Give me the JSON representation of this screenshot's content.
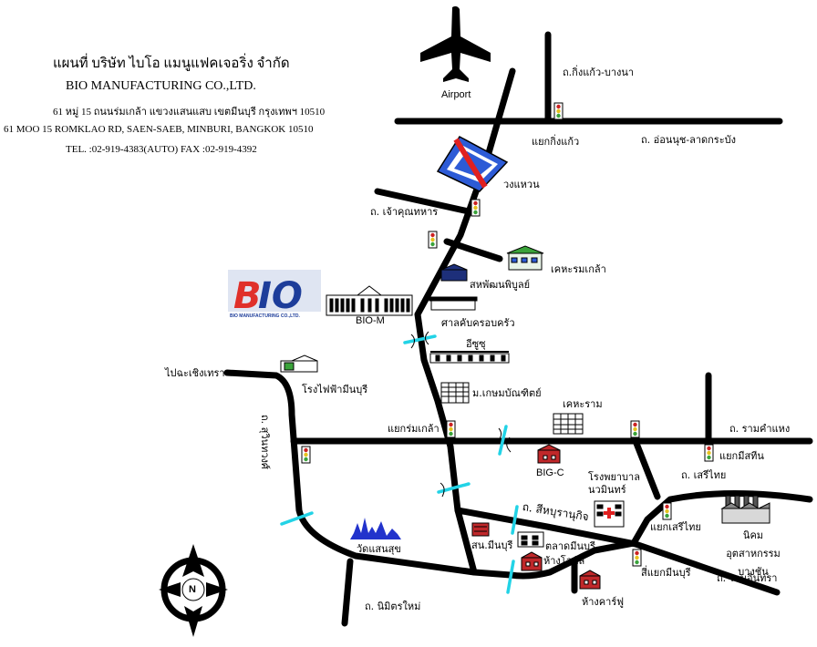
{
  "header": {
    "title_th": "แผนที่ บริษัท ไบโอ แมนูแฟคเจอริ่ง จำกัด",
    "title_en": "BIO MANUFACTURING CO.,LTD.",
    "address_th": "61 หมู่ 15 ถนนร่มเกล้า แขวงแสนแสบ เขตมีนบุรี กรุงเทพฯ 10510",
    "address_en": "61 MOO 15 ROMKLAO RD,  SAEN-SAEB, MINBURI, BANGKOK 10510",
    "phone": "TEL.  :02-919-4383(AUTO) FAX :02-919-4392"
  },
  "logo": {
    "caption": "BIO MANUFACTURING CO.,LTD."
  },
  "compass": {
    "north": "N"
  },
  "labels": {
    "airport": "Airport",
    "kingkaew_bangna": "ถ.กิ่งแก้ว-บางนา",
    "kingkaew_junction": "แยกกิ่งแก้ว",
    "onnut_ladkrabang": "ถ. อ่อนนุช-ลาดกระบัง",
    "ring": "วงแหวน",
    "chaokhun_road": "ถ. เจ้าคุณทหาร",
    "romklao_housing": "เคหะรมเกล้า",
    "sahaphat": "สหพัฒนพิบูลย์",
    "bio_m": "BIO-M",
    "court": "ศาลคับครอบครัว",
    "isuzu": "อีซูซุ",
    "chachoengsao": "ไปฉะเชิงเทรา",
    "power_plant": "โรงไฟฟ้ามีนบุรี",
    "kemkit": "ม.เกษมบัณฑิตย์",
    "kheharam": "เคหะราม",
    "suwinthawong": "ถ. สุวินทวงศ์",
    "romklao_junction": "แยกร่มเกล้า",
    "ramkhamhaeng": "ถ. รามคำแหง",
    "lamsali": "แยกมีสทีน",
    "bigc": "BIG-C",
    "hospital": "โรงพยาบาล นวมินทร์",
    "seethai_road": "ถ. เสรีไทย",
    "sihaburanukit": "ถ. สีหบุรานุกิจ",
    "seethai_junction": "แยกเสรีไทย",
    "wat": "วัดแสนสุข",
    "police": "สน.มีนบุรี",
    "market": "ตลาดมีนบุรี",
    "lotus": "ห้างโลตัส",
    "industrial": "นิคมอุตสาหกรรม บางชัน",
    "four_way": "สี่แยกมีนบุรี",
    "ramintra": "ถ. รามอินทรา",
    "carrefour": "ห้างคาร์ฟู",
    "nimit": "ถ. นิมิตรใหม่"
  },
  "colors": {
    "road": "#000000",
    "bridge": "#22d3e6",
    "logo_red": "#e0302a",
    "logo_blue": "#1d3d9a",
    "sign_blue": "#2d5bd6",
    "sign_red": "#e02020",
    "bldg_red": "#c0282a",
    "skyline": "#2233cc",
    "traffic_green": "#3aa33a",
    "traffic_yellow": "#e6c21d",
    "traffic_red": "#cc2222"
  }
}
